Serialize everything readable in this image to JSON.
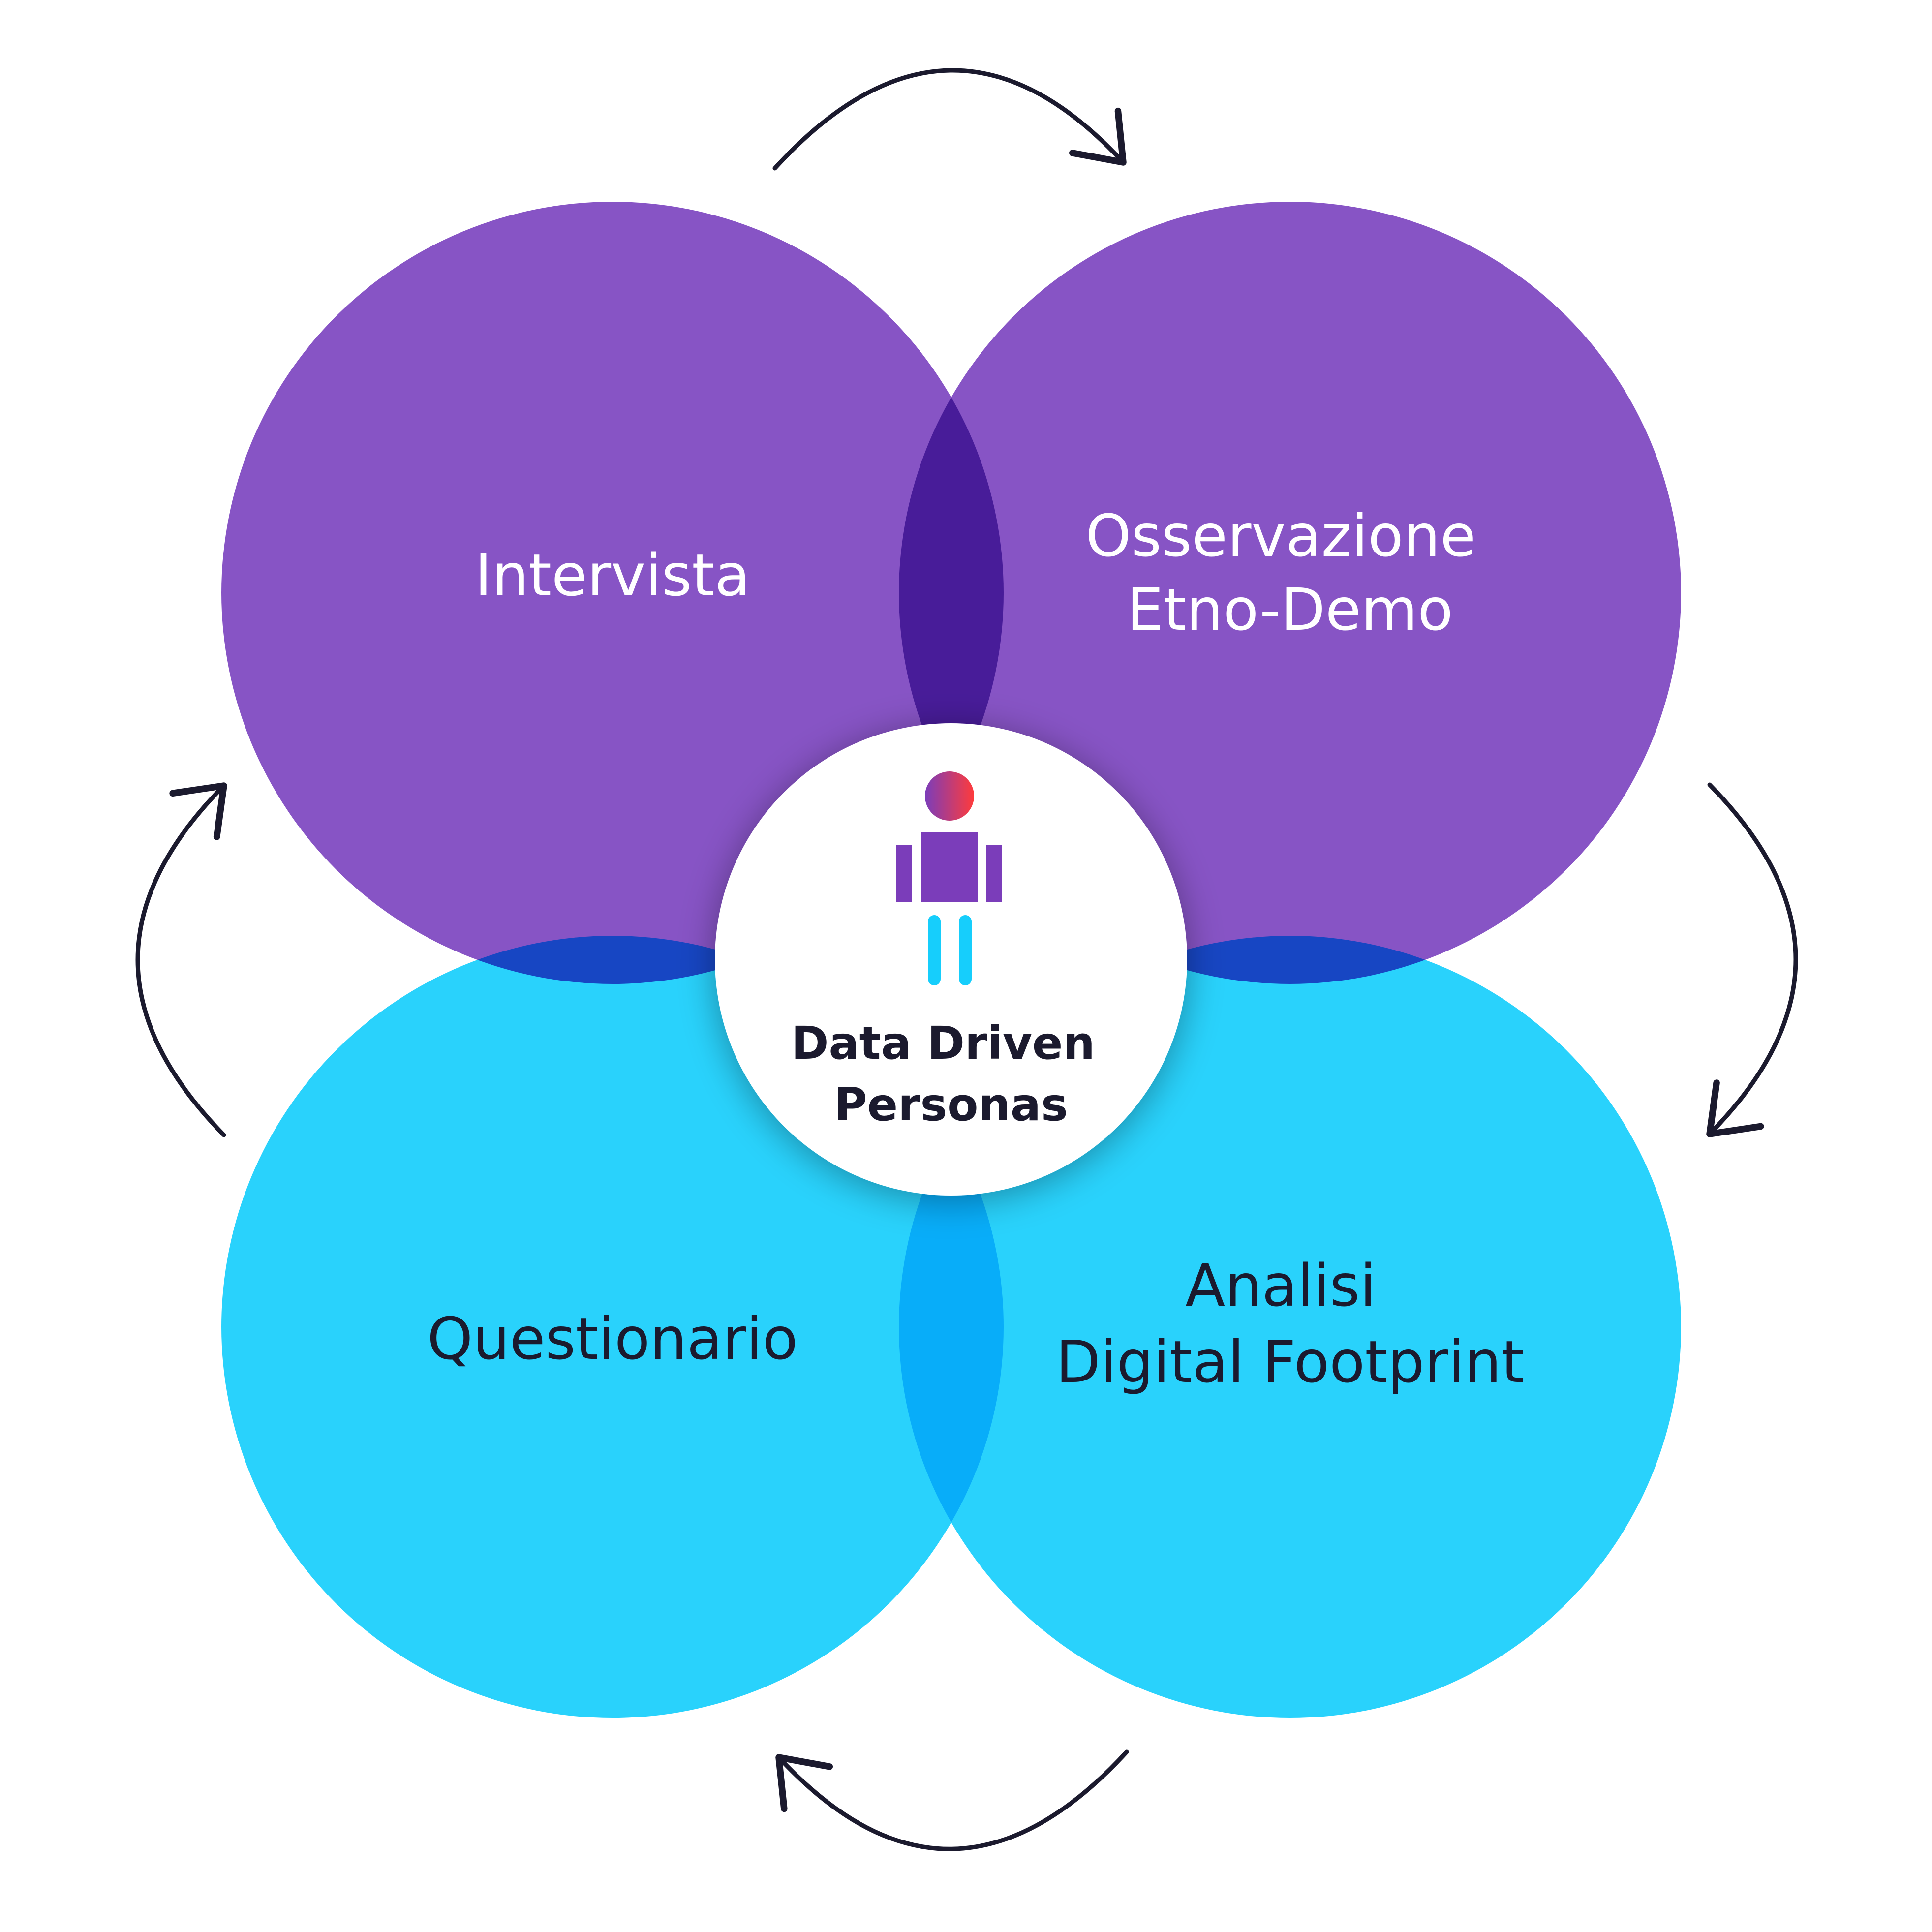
{
  "colors": {
    "background": "#ffffff",
    "purple": "#7d45c0",
    "cyan": "#16cefc",
    "center_fill": "#ffffff",
    "center_text": "#1b1a2e",
    "purple_label_text": "#ffffff",
    "cyan_label_text": "#1b1a2e",
    "arrow_stroke": "#1b1a2e",
    "person_body": "#7b3dba",
    "person_legs": "#16cefc",
    "person_head_start": "#7b3dba",
    "person_head_end": "#ff3b3b"
  },
  "circles": [
    {
      "id": "intervista",
      "lines": [
        "Intervista"
      ],
      "color": "purple"
    },
    {
      "id": "osservazione",
      "lines": [
        "Osservazione",
        "Etno-Demo"
      ],
      "color": "purple"
    },
    {
      "id": "questionario",
      "lines": [
        "Questionario"
      ],
      "color": "cyan"
    },
    {
      "id": "analisi",
      "lines": [
        "Analisi",
        "Digital Footprint"
      ],
      "color": "cyan"
    }
  ],
  "center": {
    "lines": [
      "Data Driven",
      "Personas"
    ],
    "icon": "person-icon"
  },
  "arrows": {
    "icon": "cycle-arrow-icon",
    "direction": "clockwise",
    "count": 4
  }
}
